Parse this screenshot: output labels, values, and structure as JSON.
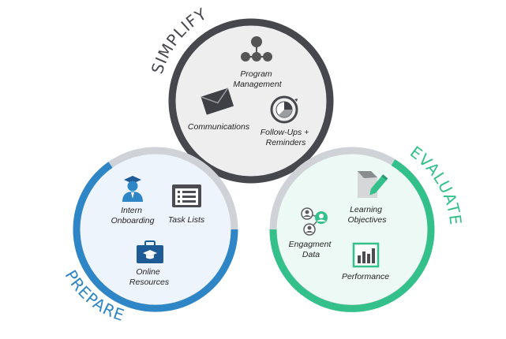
{
  "sections": {
    "simplify": {
      "title": "SIMPLIFY",
      "color": "#46484d",
      "items": [
        {
          "lines": [
            "Program",
            "Management"
          ],
          "icon": "network-hub-icon"
        },
        {
          "lines": [
            "Communications"
          ],
          "icon": "envelope-icon"
        },
        {
          "lines": [
            "Follow-Ups +",
            "Reminders"
          ],
          "icon": "clock-cycle-icon"
        }
      ]
    },
    "prepare": {
      "title": "PREPARE",
      "color": "#2f86c6",
      "items": [
        {
          "lines": [
            "Intern",
            "Onboarding"
          ],
          "icon": "graduate-person-icon"
        },
        {
          "lines": [
            "Task Lists"
          ],
          "icon": "task-list-icon"
        },
        {
          "lines": [
            "Online",
            "Resources"
          ],
          "icon": "graduation-briefcase-icon"
        }
      ]
    },
    "evaluate": {
      "title": "EVALUATE",
      "color": "#34c08a",
      "items": [
        {
          "lines": [
            "Learning",
            "Objectives"
          ],
          "icon": "document-pencil-icon"
        },
        {
          "lines": [
            "Engagment",
            "Data"
          ],
          "icon": "people-connection-icon"
        },
        {
          "lines": [
            "Performance"
          ],
          "icon": "bar-chart-icon"
        }
      ]
    }
  }
}
